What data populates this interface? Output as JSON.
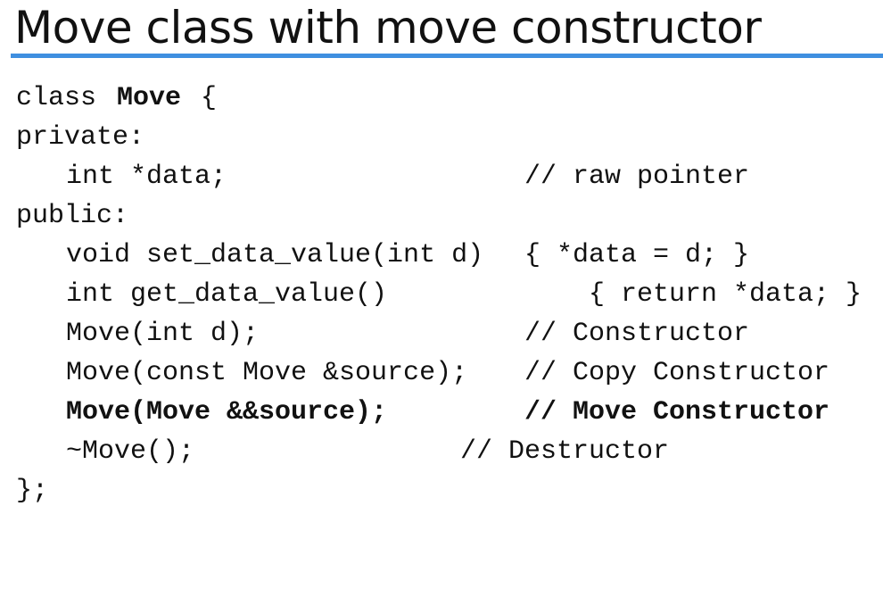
{
  "slide": {
    "title": "Move class with move constructor"
  },
  "code": {
    "line1_keyword": "class ",
    "line1_name": "Move",
    "line1_brace": " {",
    "line2": "private:",
    "line3_code": "int *data;",
    "line3_comment": "// raw pointer",
    "line4": "public:",
    "line5_code": "void set_data_value(int d)",
    "line5_body": "{ *data = d; }",
    "line6_code": "int get_data_value()",
    "line6_body": "{ return *data; }",
    "line7_code": "Move(int d);",
    "line7_comment": "// Constructor",
    "line8_code": "Move(const Move &source);",
    "line8_comment": "// Copy Constructor",
    "line9_code": "Move(Move &&source);",
    "line9_comment": "// Move Constructor",
    "line10_code": "~Move();",
    "line10_comment": "// Destructor",
    "line11": "};"
  }
}
